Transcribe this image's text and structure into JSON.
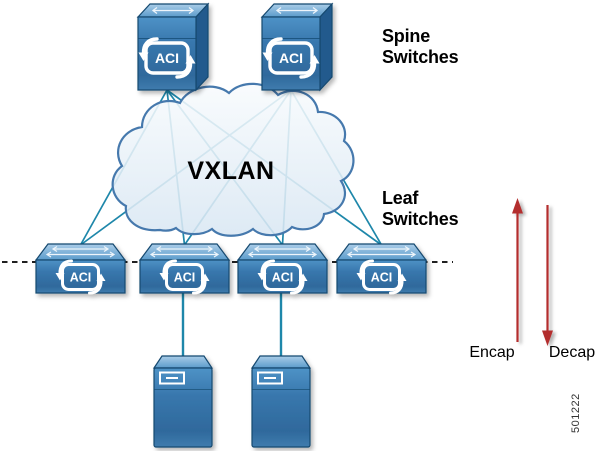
{
  "figure": {
    "id": "501222"
  },
  "cloud": {
    "label": "VXLAN"
  },
  "annotations": {
    "spine_label": "Spine\nSwitches",
    "leaf_label": "Leaf\nSwitches",
    "encap_label": "Encap",
    "decap_label": "Decap"
  },
  "devices": {
    "spines": [
      {
        "id": "spine-1",
        "badge": "ACI"
      },
      {
        "id": "spine-2",
        "badge": "ACI"
      }
    ],
    "leaves": [
      {
        "id": "leaf-1",
        "badge": "ACI"
      },
      {
        "id": "leaf-2",
        "badge": "ACI"
      },
      {
        "id": "leaf-3",
        "badge": "ACI"
      },
      {
        "id": "leaf-4",
        "badge": "ACI"
      }
    ],
    "servers": [
      {
        "id": "server-1"
      },
      {
        "id": "server-2"
      }
    ]
  },
  "colors": {
    "switch_front": "#3572a8",
    "switch_top": "#7fb0d8",
    "link_teal": "#1e87aa",
    "arrow_red": "#b32e2e",
    "cloud_stroke": "#4679ad",
    "dashed_line": "#000000"
  }
}
